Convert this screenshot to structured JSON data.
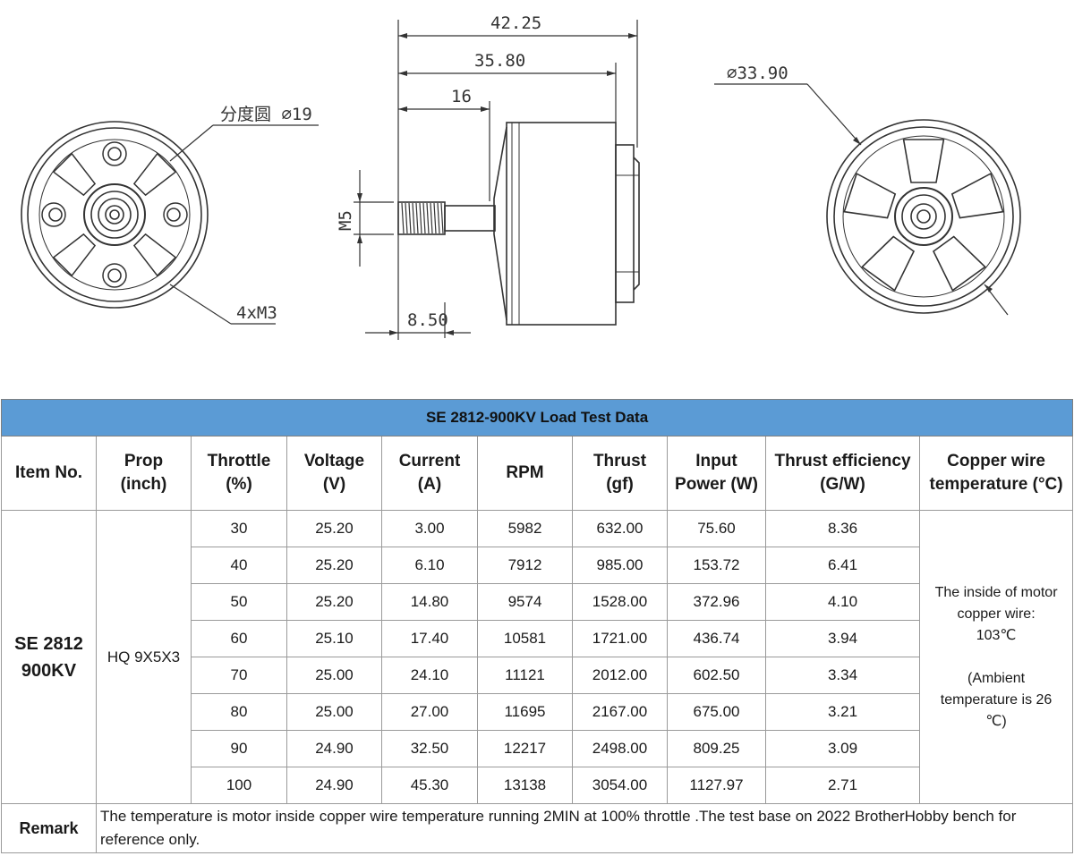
{
  "drawing": {
    "dim_overall_length": "42.25",
    "dim_body_length": "35.80",
    "dim_shaft_offset": "16",
    "dim_thread_length": "8.50",
    "dim_shaft_thread": "M5",
    "front_pitch_circle": "分度圆 ∅19",
    "front_holes": "4xM3",
    "rear_diameter": "∅33.90"
  },
  "table": {
    "title": "SE 2812-900KV Load Test Data",
    "headers": [
      [
        "Item No."
      ],
      [
        "Prop",
        "(inch)"
      ],
      [
        "Throttle",
        "(%)"
      ],
      [
        "Voltage",
        "(V)"
      ],
      [
        "Current",
        "(A)"
      ],
      [
        "RPM"
      ],
      [
        "Thrust",
        "(gf)"
      ],
      [
        "Input",
        "Power (W)"
      ],
      [
        "Thrust efficiency",
        "(G/W)"
      ],
      [
        "Copper wire",
        "temperature (°C)"
      ]
    ],
    "item_no": [
      "SE 2812",
      "900KV"
    ],
    "prop": "HQ 9X5X3",
    "rows": [
      [
        "30",
        "25.20",
        "3.00",
        "5982",
        "632.00",
        "75.60",
        "8.36"
      ],
      [
        "40",
        "25.20",
        "6.10",
        "7912",
        "985.00",
        "153.72",
        "6.41"
      ],
      [
        "50",
        "25.20",
        "14.80",
        "9574",
        "1528.00",
        "372.96",
        "4.10"
      ],
      [
        "60",
        "25.10",
        "17.40",
        "10581",
        "1721.00",
        "436.74",
        "3.94"
      ],
      [
        "70",
        "25.00",
        "24.10",
        "11121",
        "2012.00",
        "602.50",
        "3.34"
      ],
      [
        "80",
        "25.00",
        "27.00",
        "11695",
        "2167.00",
        "675.00",
        "3.21"
      ],
      [
        "90",
        "24.90",
        "32.50",
        "12217",
        "2498.00",
        "809.25",
        "3.09"
      ],
      [
        "100",
        "24.90",
        "45.30",
        "13138",
        "3054.00",
        "1127.97",
        "2.71"
      ]
    ],
    "temperature_note": [
      "The inside of motor",
      "copper wire:",
      "103℃",
      "",
      "(Ambient",
      "temperature is 26",
      "℃)"
    ],
    "remark_label": "Remark",
    "remark_text": "The temperature is motor inside copper wire temperature running 2MIN at 100% throttle .The test base on 2022 BrotherHobby bench for reference only."
  }
}
